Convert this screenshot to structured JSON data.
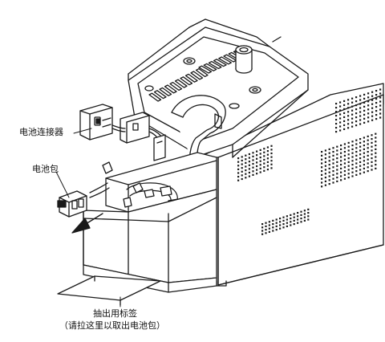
{
  "labels": {
    "battery_connector": "电池连接器",
    "battery_pack": "电池包",
    "pull_tab": "抽出用标签",
    "pull_tab_hint": "（请拉这里以取出电池包）"
  }
}
